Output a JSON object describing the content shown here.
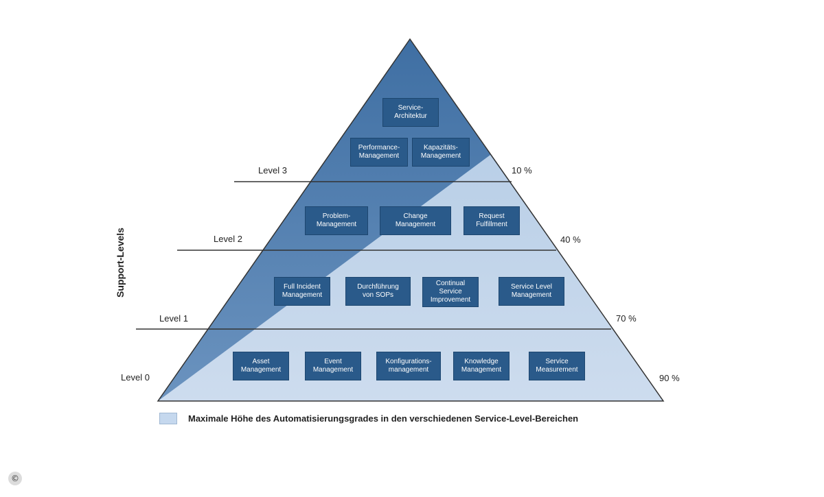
{
  "axis_label": "Support-Levels",
  "levels": [
    {
      "label": "Level 3",
      "percent": "10 %"
    },
    {
      "label": "Level 2",
      "percent": "40 %"
    },
    {
      "label": "Level 1",
      "percent": "70 %"
    },
    {
      "label": "Level 0",
      "percent": "90 %"
    }
  ],
  "tiers": {
    "top": [
      "Service-\nArchitektur",
      "Performance-\nManagement",
      "Kapazitäts-\nManagement"
    ],
    "level2": [
      "Problem-\nManagement",
      "Change\nManagement",
      "Request\nFulfillment"
    ],
    "level1": [
      "Full Incident\nManagement",
      "Durchführung\nvon SOPs",
      "Continual\nService\nImprovement",
      "Service Level\nManagement"
    ],
    "level0": [
      "Asset\nManagement",
      "Event\nManagement",
      "Konfigurations-\nmanagement",
      "Knowledge\nManagement",
      "Service\nMeasurement"
    ]
  },
  "legend": {
    "text": "Maximale Höhe des Automatisierungsgrades in den verschiedenen Service-Level-Bereichen"
  },
  "copyright_symbol": "©",
  "colors": {
    "pyramid_dark_top": "#3f6fa3",
    "pyramid_dark_bottom": "#7fa4cb",
    "automation_area": "#c5d8ee",
    "box": "#2a5a8a"
  }
}
